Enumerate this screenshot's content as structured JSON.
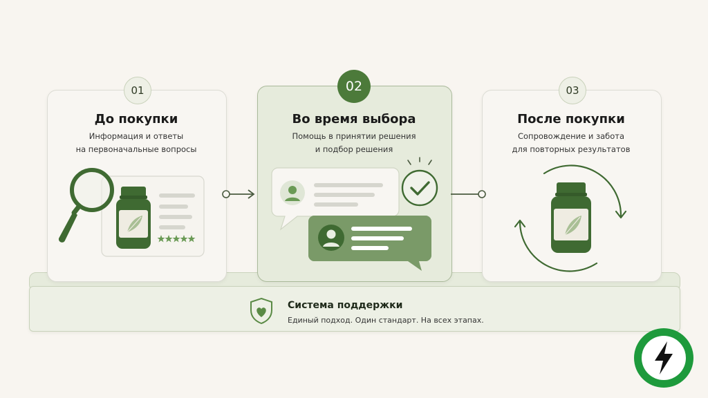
{
  "steps": [
    {
      "number": "01",
      "title": "До покупки",
      "subtitle_line1": "Информация и ответы",
      "subtitle_line2": "на первоначальные вопросы"
    },
    {
      "number": "02",
      "title": "Во время выбора",
      "subtitle_line1": "Помощь в принятии решения",
      "subtitle_line2": "и подбор решения"
    },
    {
      "number": "03",
      "title": "После покупки",
      "subtitle_line1": "Сопровождение и забота",
      "subtitle_line2": "для повторных результатов"
    }
  ],
  "support": {
    "title": "Система поддержки",
    "subtitle": "Единый подход. Один стандарт. На всех этапах."
  },
  "icons": {
    "step1": [
      "magnifier-icon",
      "bottle-icon",
      "rating-stars-icon"
    ],
    "step2": [
      "chat-bubble-icon",
      "user-avatar-icon",
      "checkmark-icon"
    ],
    "step3": [
      "cycle-arrows-icon",
      "bottle-icon"
    ],
    "support": "shield-heart-icon",
    "corner": "lightning-icon"
  },
  "colors": {
    "background": "#f8f5f0",
    "accent_green": "#4c7a3a",
    "dark_green": "#3f6a32",
    "light_green": "#e6ebdc",
    "badge_ring": "#1e9a3c"
  }
}
